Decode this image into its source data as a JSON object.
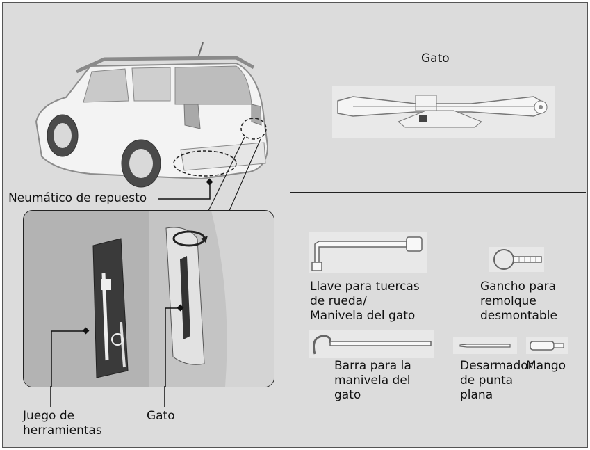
{
  "labels": {
    "spare_tire": "Neumático de repuesto",
    "jack_top": "Gato",
    "wrench_line1": "Llave para tuercas",
    "wrench_line2": "de rueda/",
    "wrench_line3": "Manivela del gato",
    "hook_line1": "Gancho para",
    "hook_line2": "remolque",
    "hook_line3": "desmontable",
    "bar_line1": "Barra para la",
    "bar_line2": "manivela del",
    "bar_line3": "gato",
    "screwdriver_line1": "Desarmador",
    "screwdriver_line2": "de punta",
    "screwdriver_line3": "plana",
    "handle": "Mango",
    "toolkit_line1": "Juego de",
    "toolkit_line2": "herramientas",
    "jack_inset": "Gato"
  }
}
